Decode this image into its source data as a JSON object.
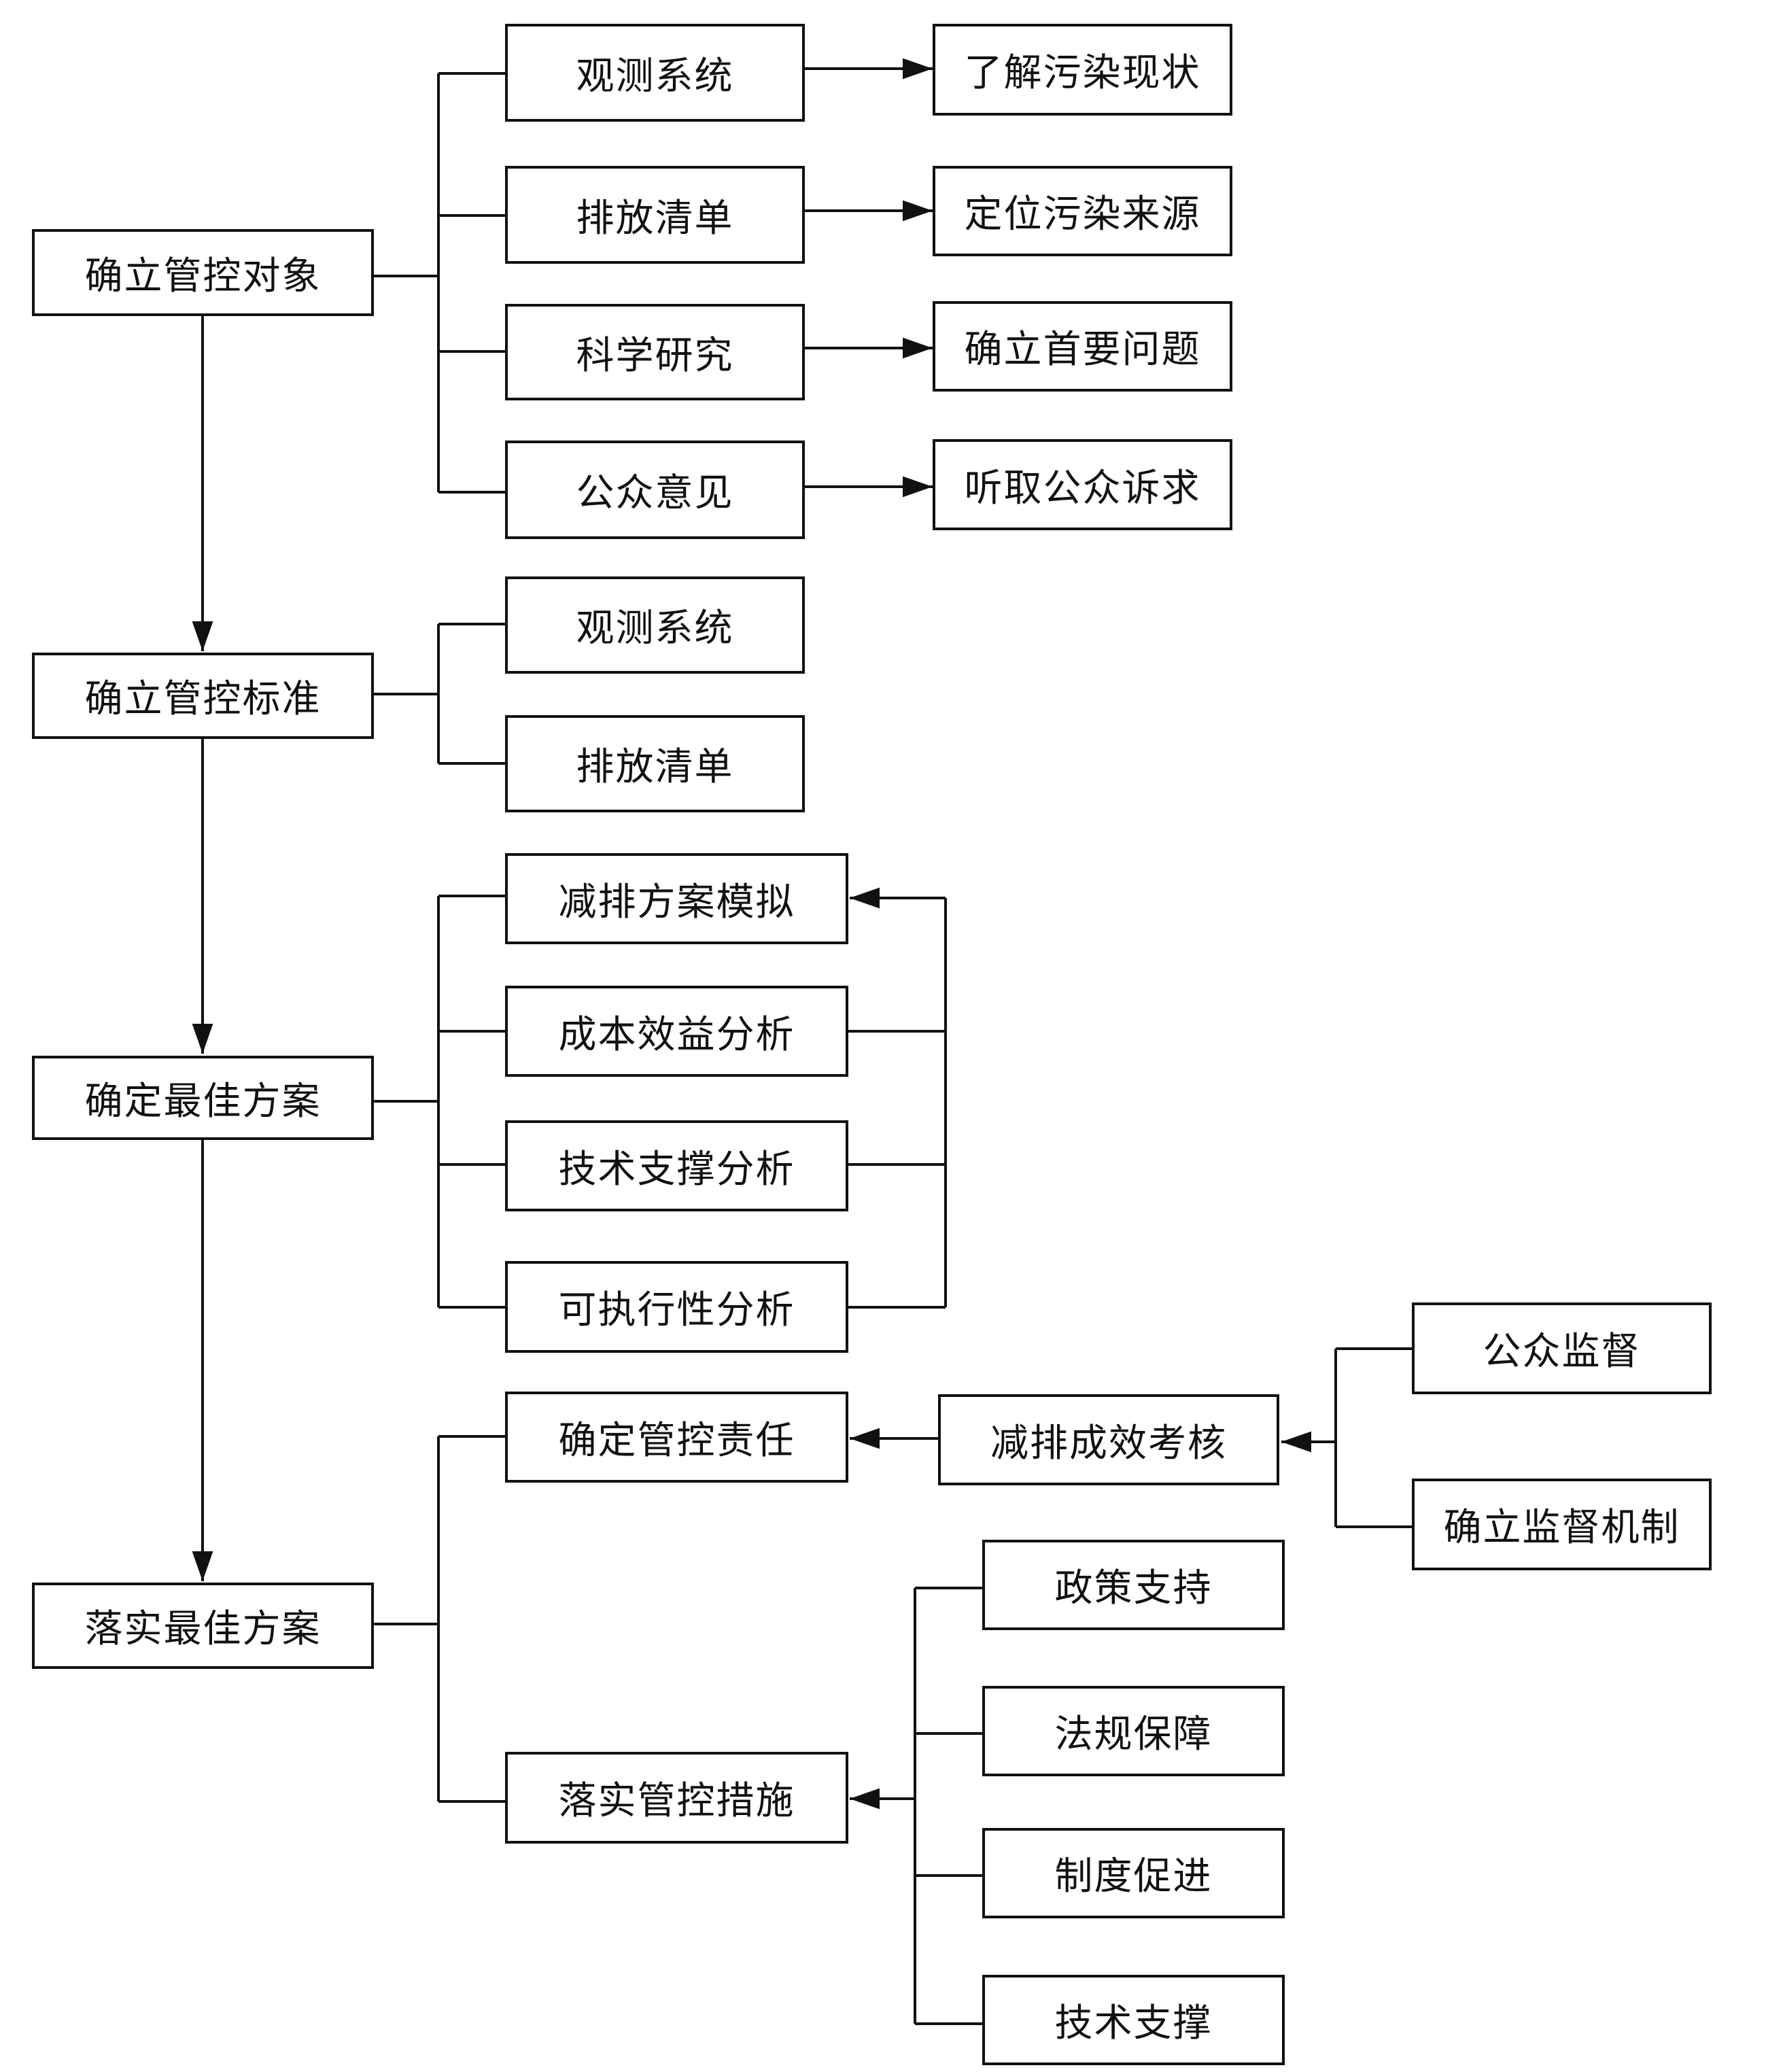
{
  "main_steps": [
    "确立管控对象",
    "确立管控标准",
    "确定最佳方案",
    "落实最佳方案"
  ],
  "step1": {
    "inputs": [
      "观测系统",
      "排放清单",
      "科学研究",
      "公众意见"
    ],
    "outcomes": [
      "了解污染现状",
      "定位污染来源",
      "确立首要问题",
      "听取公众诉求"
    ]
  },
  "step2": {
    "inputs": [
      "观测系统",
      "排放清单"
    ]
  },
  "step3": {
    "analyses": [
      "减排方案模拟",
      "成本效益分析",
      "技术支撑分析",
      "可执行性分析"
    ]
  },
  "step4": {
    "responsibility": "确定管控责任",
    "assessment": "减排成效考核",
    "supervision": [
      "公众监督",
      "确立监督机制"
    ],
    "measures": "落实管控措施",
    "supports": [
      "政策支持",
      "法规保障",
      "制度促进",
      "技术支撑"
    ]
  }
}
